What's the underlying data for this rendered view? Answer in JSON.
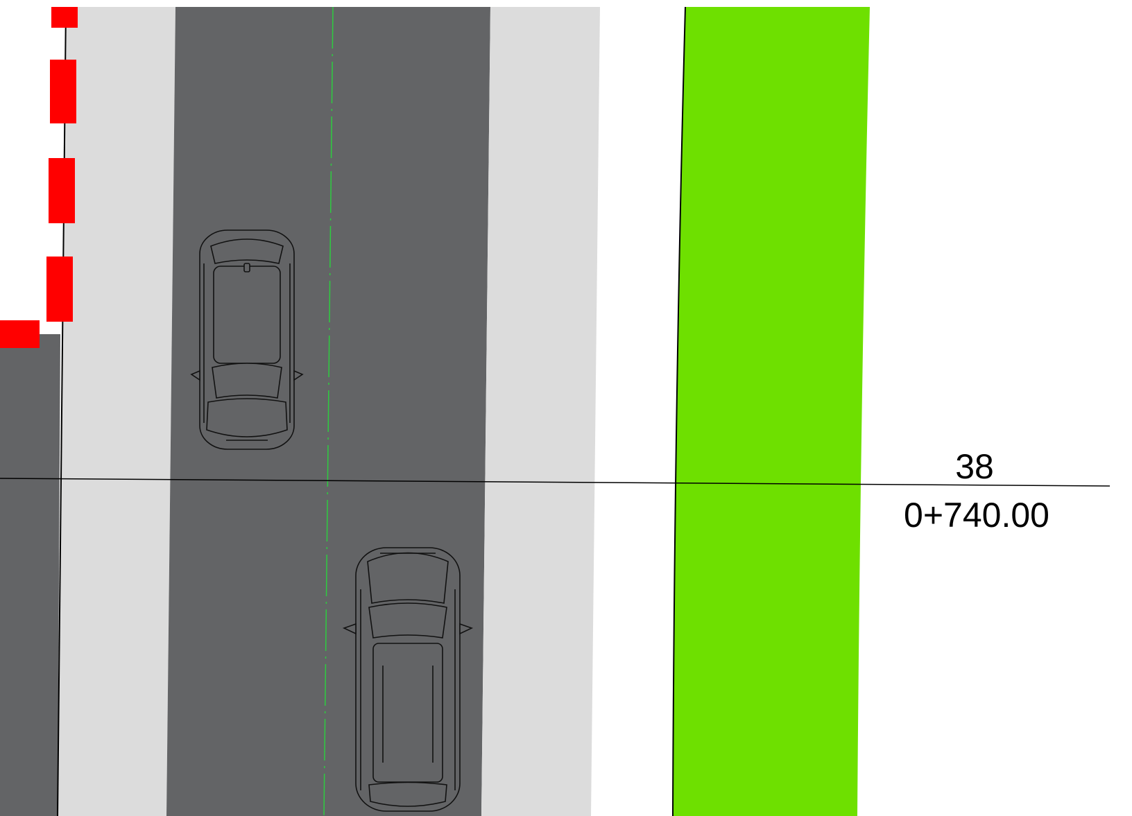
{
  "station": {
    "number": "38",
    "chainage": "0+740.00"
  },
  "colors": {
    "background": "#ffffff",
    "asphalt": "#636466",
    "sidewalk": "#dcdcdc",
    "green_strip": "#6ee000",
    "boundary_dash": "#ff0000",
    "centerline": "#2ecc40",
    "linework": "#000000"
  },
  "elements": {
    "road": "asphalt-carriageway",
    "left_road": "asphalt-side-road",
    "sidewalks": "light-grey-sidewalks",
    "green_strip": "green-planting-strip",
    "boundary": "red-dashed-boundary",
    "centerline": "green-dash-dot-centerline",
    "station_line": "cross-section-line",
    "vehicles": [
      "car-top-view-northbound",
      "car-top-view-southbound"
    ]
  }
}
